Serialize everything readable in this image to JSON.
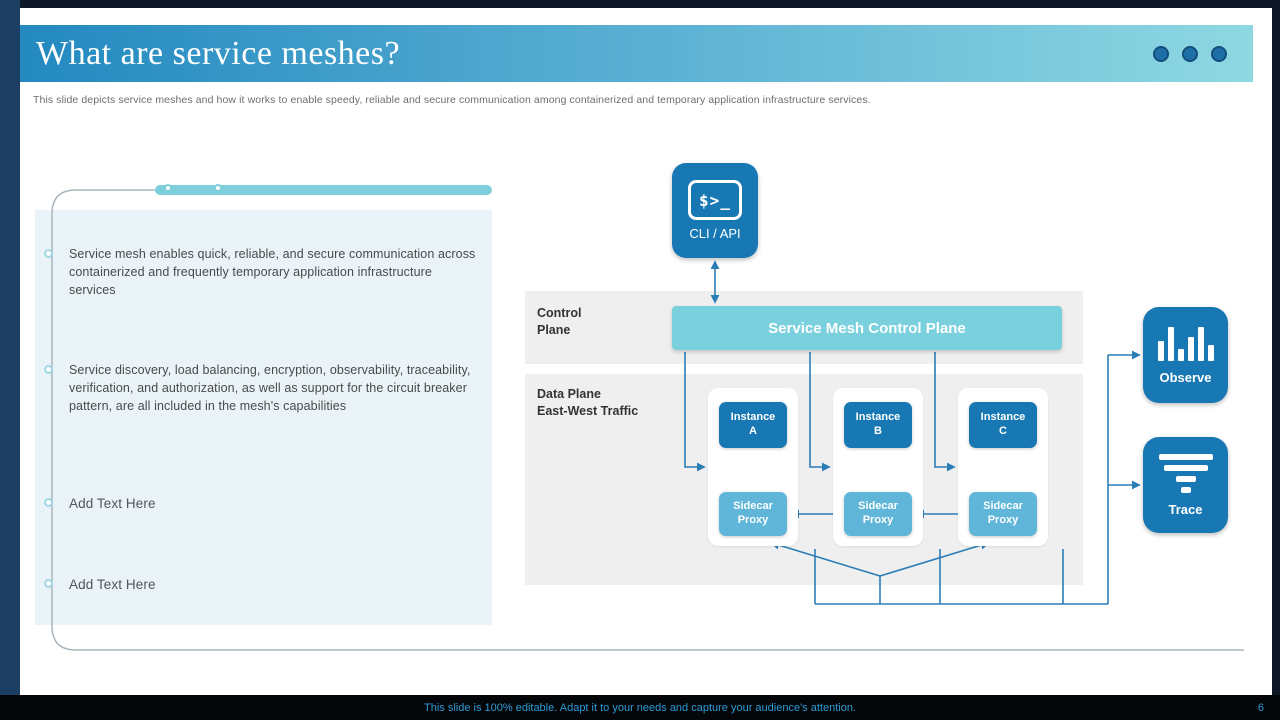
{
  "header": {
    "title": "What are service meshes?",
    "subtitle": "This slide depicts service meshes and how it works to enable speedy, reliable and secure communication among containerized and temporary application infrastructure services."
  },
  "bullets": [
    "Service mesh enables quick, reliable, and secure communication across containerized and frequently temporary application infrastructure services",
    "Service discovery, load balancing, encryption, observability, traceability, verification, and authorization, as well as support for the circuit breaker pattern, are all included in the mesh's capabilities",
    "Add Text Here",
    "Add Text Here"
  ],
  "diagram": {
    "cli_api": {
      "glyph": "$>_",
      "label": "CLI / API",
      "icon": "terminal-icon"
    },
    "control_plane": {
      "section_label": "Control\nPlane",
      "banner_label": "Service Mesh Control Plane"
    },
    "data_plane": {
      "section_label": "Data Plane\nEast-West Traffic"
    },
    "instances": [
      {
        "name": "Instance\nA",
        "proxy": "Sidecar\nProxy"
      },
      {
        "name": "Instance\nB",
        "proxy": "Sidecar\nProxy"
      },
      {
        "name": "Instance\nC",
        "proxy": "Sidecar\nProxy"
      }
    ],
    "observe": {
      "label": "Observe",
      "icon": "bar-chart-icon"
    },
    "trace": {
      "label": "Trace",
      "icon": "trace-lines-icon"
    }
  },
  "footer": {
    "note": "This slide is 100% editable. Adapt it to your needs and capture your audience's attention.",
    "page_number": "6"
  },
  "colors": {
    "accent_blue": "#1878b4",
    "light_teal": "#7ccfdb",
    "sidecar_blue": "#5fb6d8",
    "header_gradient_start": "#2389c0",
    "header_gradient_end": "#8ed8e2",
    "panel_bg": "#e9f3f8",
    "section_bg": "#efeff0",
    "connector_blue": "#2b7db6",
    "footer_text": "#2e9bd6",
    "frame_navy": "#0d1726",
    "left_strip_blue": "#1c3e63"
  }
}
